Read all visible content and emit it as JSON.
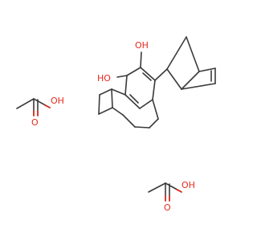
{
  "diagram": {
    "type": "chemical-structure",
    "colors": {
      "bond": "#3a3a3a",
      "heteroatom_oxygen": "#e8291c",
      "background": "#ffffff"
    },
    "molecules": [
      {
        "id": "tricyclic-diol",
        "atom_labels": {
          "oh_top": "OH",
          "ho_left": "HO"
        }
      },
      {
        "id": "acetic-acid-1",
        "atom_labels": {
          "oh": "OH",
          "o": "O"
        }
      },
      {
        "id": "acetic-acid-2",
        "atom_labels": {
          "oh": "OH",
          "o": "O"
        }
      }
    ]
  }
}
